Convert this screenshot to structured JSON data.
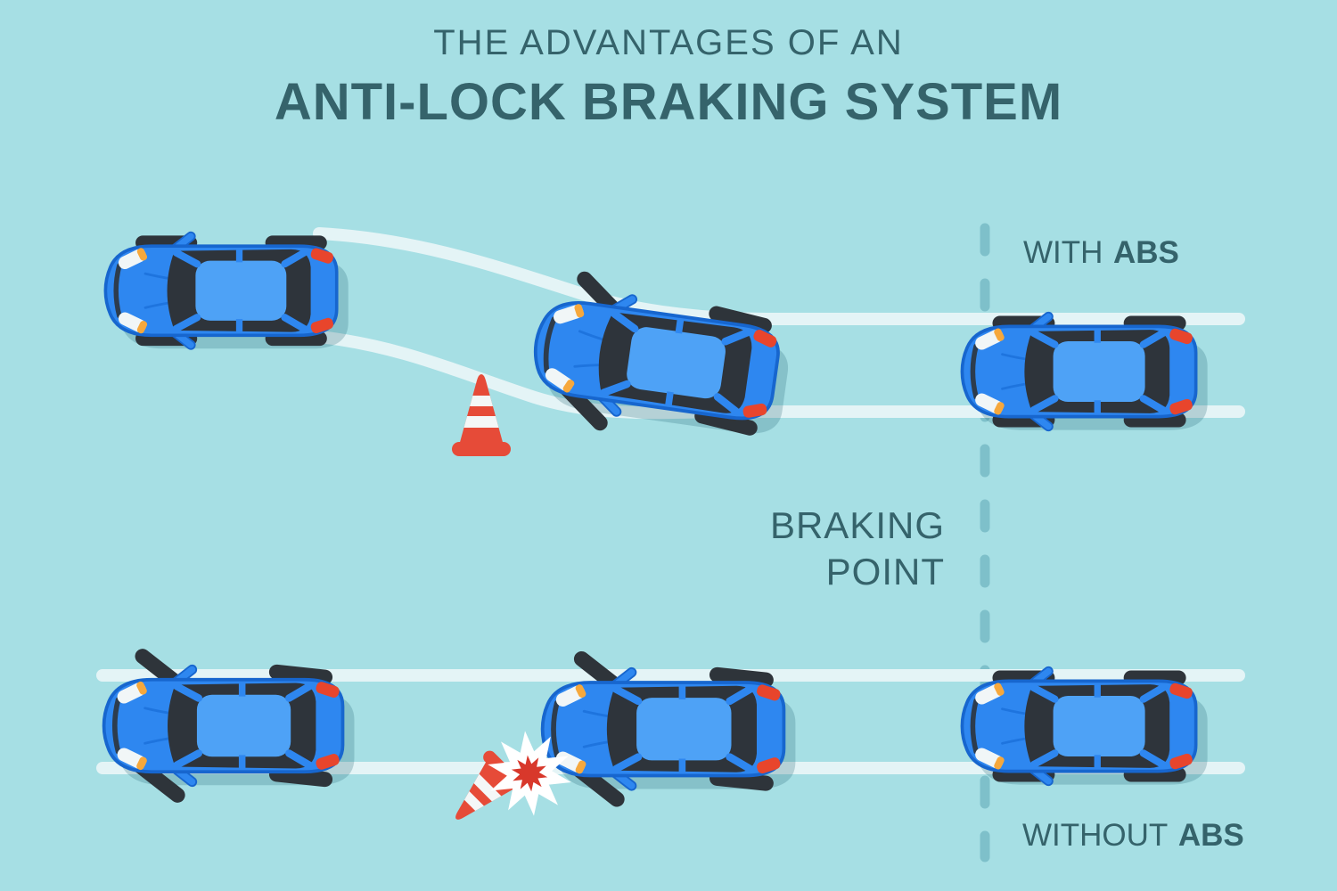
{
  "title": {
    "line1": "THE ADVANTAGES OF AN",
    "line2": "ANTI-LOCK BRAKING SYSTEM"
  },
  "labels": {
    "with_abs": {
      "prefix": "WITH",
      "bold": "ABS"
    },
    "without_abs": {
      "prefix": "WITHOUT",
      "bold": "ABS"
    },
    "braking_point": {
      "line1": "BRAKING",
      "line2": "POINT"
    }
  },
  "icons": {
    "car": "car-top-view-icon",
    "cone_upright": "traffic-cone-icon",
    "cone_fallen": "fallen-traffic-cone-icon",
    "crash": "crash-burst-icon",
    "braking_line": "braking-point-dashed-line"
  },
  "colors": {
    "background": "#A6DFE4",
    "heading-text": "#35636B",
    "car-body-col": "#2E87F0",
    "car-roof": "#4EA2F6",
    "car-glass": "#2E343B",
    "car-outline": "#1766CE",
    "tire": "#2E343A",
    "headlight": "#F1F6F7",
    "headlight-accent": "#F6A83C",
    "taillight": "#E8452C",
    "road-line": "#E4F4F6",
    "dash-line": "#7EC0CA",
    "cone-red": "#E64B38",
    "cone-stripe": "#F4F7F7",
    "crash-star": "#D8382B",
    "shadow": "rgba(38,104,118,0.25)"
  }
}
